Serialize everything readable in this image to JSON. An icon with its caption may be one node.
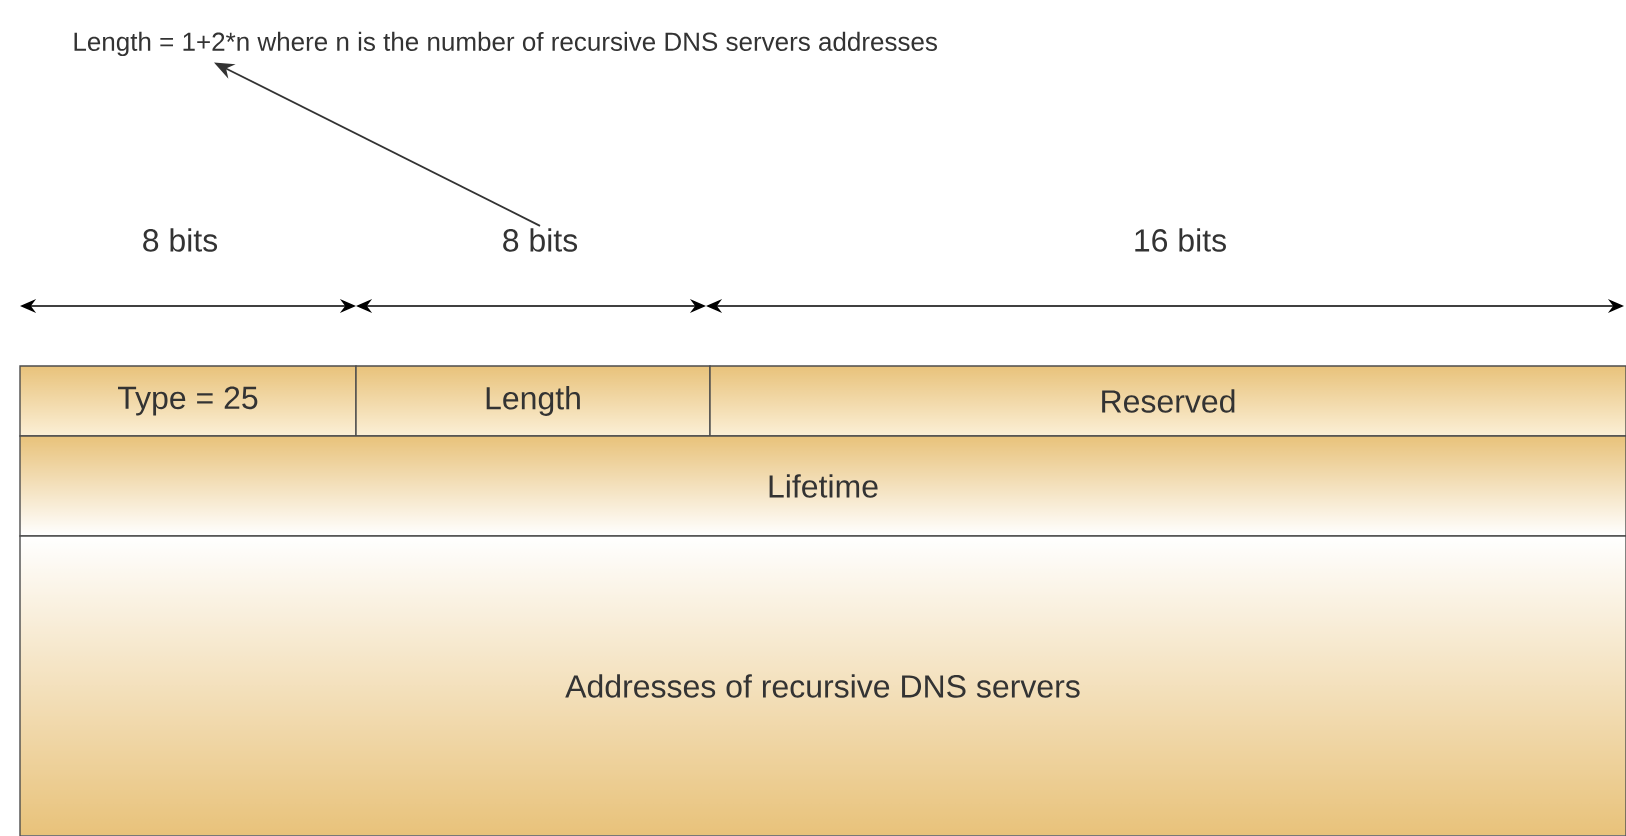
{
  "diagram": {
    "nodes": [
      {
        "text": [
          "Length = 1+2*n where n is the number of recursive DNS servers addresses"
        ]
      },
      {
        "text": [
          "8 bits"
        ]
      },
      {
        "text": [
          "Type = 25"
        ]
      },
      {
        "text": [
          "Length"
        ]
      },
      {
        "text": [
          "Reserved"
        ]
      },
      {
        "text": [
          "Lifetime"
        ]
      },
      {
        "text": [
          "Addresses of recursive DNS servers"
        ]
      }
    ],
    "edges": [
      {
        "from": 1,
        "to": 0,
        "arrow": "to"
      }
    ],
    "labels": [
      "8 bits",
      "16 bits"
    ]
  }
}
